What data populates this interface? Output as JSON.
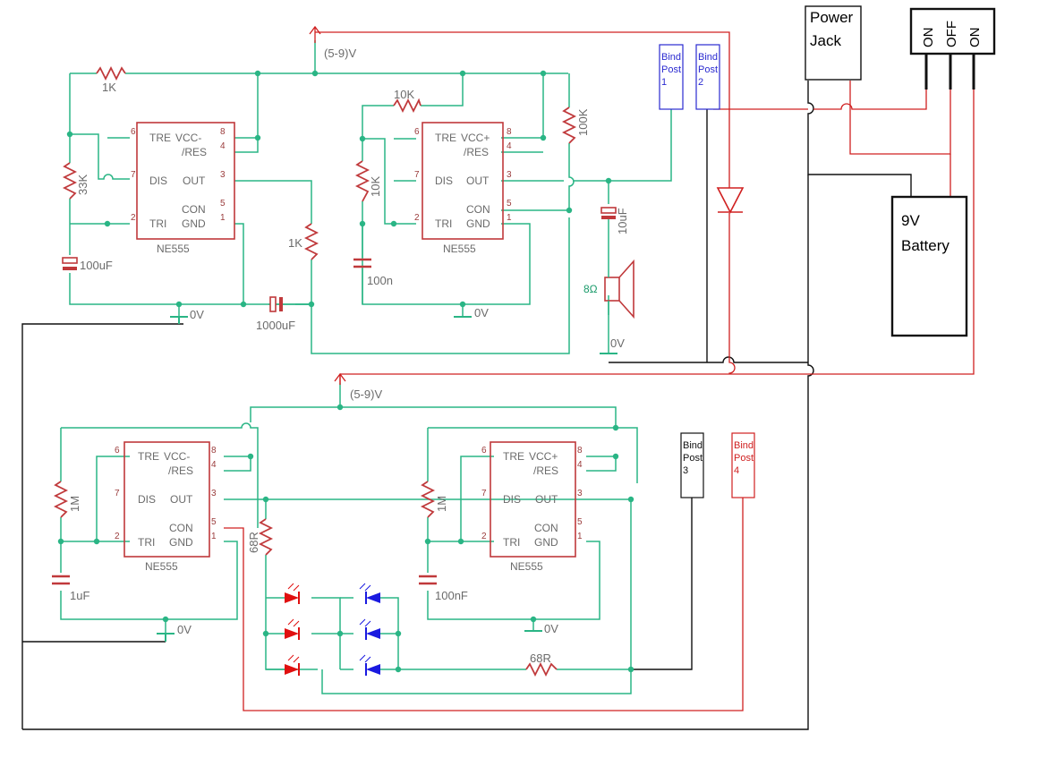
{
  "supply_label": "(5-9)V",
  "ground_label": "0V",
  "ic_label": "NE555",
  "ic_pins": {
    "tre": "TRE",
    "vcc_minus": "VCC-",
    "vcc_plus": "VCC+",
    "res": "/RES",
    "dis": "DIS",
    "out": "OUT",
    "con": "CON",
    "tri": "TRI",
    "gnd": "GND"
  },
  "pin_numbers": {
    "p1": "1",
    "p2": "2",
    "p3": "3",
    "p4": "4",
    "p5": "5",
    "p6": "6",
    "p7": "7",
    "p8": "8"
  },
  "top_left": {
    "r_top": "1K",
    "r_timing": "33K",
    "cap": "100uF",
    "r_out": "1K",
    "cap_series": "1000uF"
  },
  "top_right": {
    "r_top": "10K",
    "r_timing": "10K",
    "cap": "100n",
    "r_right": "100K",
    "cap_out": "10uF",
    "speaker": "8Ω"
  },
  "bottom_left": {
    "r_timing": "1M",
    "cap": "1uF",
    "r_led": "68R"
  },
  "bottom_right": {
    "r_timing": "1M",
    "cap": "100nF",
    "r_led": "68R"
  },
  "bind_posts": {
    "p1": [
      "Bind",
      "Post",
      "1"
    ],
    "p2": [
      "Bind",
      "Post",
      "2"
    ],
    "p3": [
      "Bind",
      "Post",
      "3"
    ],
    "p4": [
      "Bind",
      "Post",
      "4"
    ]
  },
  "power_jack": [
    "Power",
    "Jack"
  ],
  "switch_labels": [
    "ON",
    "OFF",
    "ON"
  ],
  "battery": [
    "9V",
    "Battery"
  ],
  "colors": {
    "wire_green": "#2ab585",
    "wire_red": "#d02020",
    "component": "#c0393b",
    "led_red": "#e01010",
    "led_blue": "#1a1ae0"
  }
}
